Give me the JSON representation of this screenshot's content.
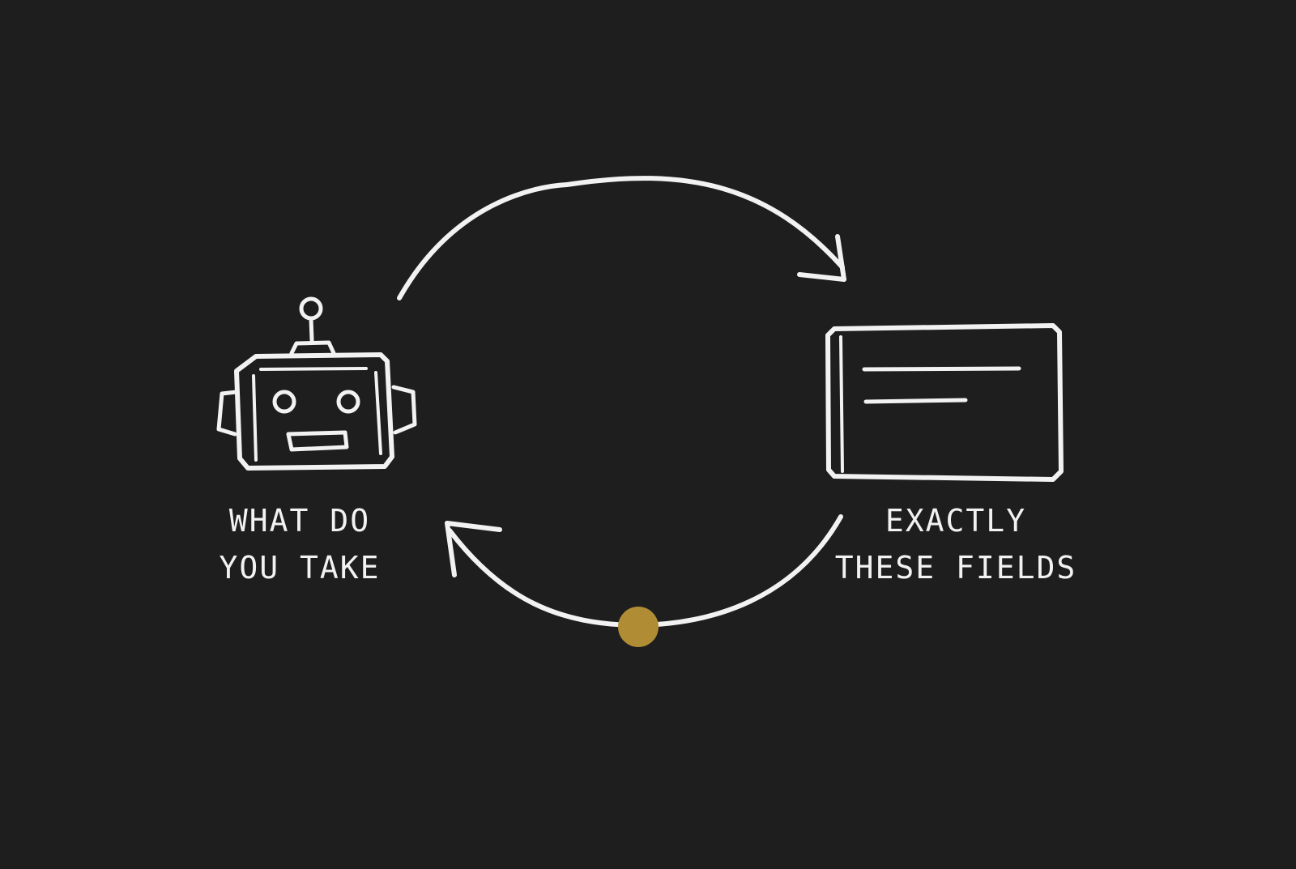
{
  "colors": {
    "background": "#1e1e1e",
    "chalk": "#f2f2f2",
    "accent_dot": "#b08d35"
  },
  "icons": {
    "left": "robot-icon",
    "right": "form-window-icon"
  },
  "labels": {
    "left": [
      "WHAT DO",
      "YOU TAKE"
    ],
    "right": [
      "EXACTLY",
      "THESE FIELDS"
    ]
  }
}
